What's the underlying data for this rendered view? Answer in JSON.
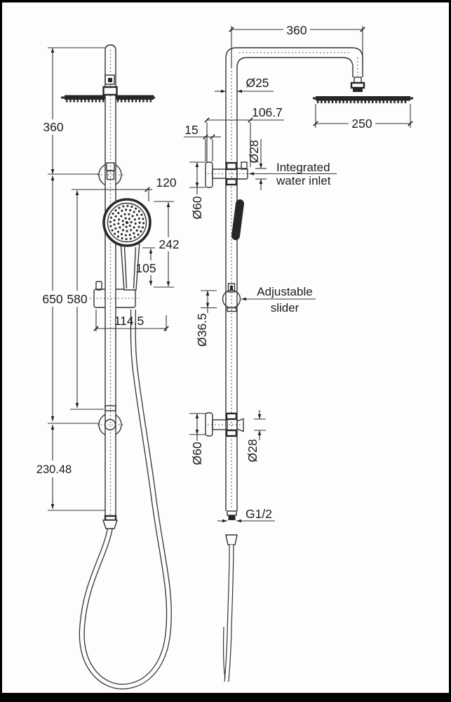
{
  "drawing": {
    "kind": "shower column technical drawing, front and side elevations",
    "colors": {
      "line": "#333333",
      "dark_fill": "#262626",
      "background": "#fdfdfd",
      "frame": "#000000"
    }
  },
  "front": {
    "height_360": "360",
    "len_650": "650",
    "len_580": "580",
    "len_230": "230.48",
    "off_120": "120",
    "len_242": "242",
    "len_105": "105",
    "off_114": "114.5"
  },
  "side": {
    "reach_360": "360",
    "dia_25": "Ø25",
    "off_106": "106.7",
    "thick_15": "15",
    "dia_28_top": "Ø28",
    "dia_60_top": "Ø60",
    "inlet_line1": "Integrated",
    "inlet_line2": "water inlet",
    "slider_line1": "Adjustable",
    "slider_line2": "slider",
    "dia_36": "Ø36.5",
    "dia_60_bot": "Ø60",
    "dia_28_bot": "Ø28",
    "thread": "G1/2",
    "head_250": "250"
  }
}
